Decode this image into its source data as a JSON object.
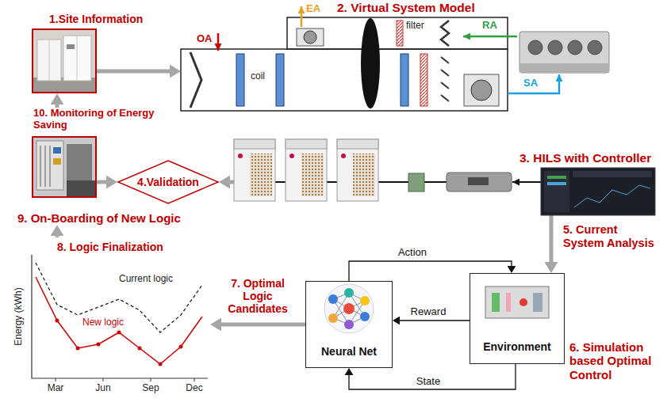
{
  "diagram": {
    "nodes": [
      {
        "text": [
          "1.Site Information"
        ]
      },
      {
        "text": [
          "2. Virtual System Model"
        ]
      },
      {
        "text": [
          "3. HILS with Controller"
        ]
      },
      {
        "text": [
          "4.Validation"
        ]
      },
      {
        "text": [
          "10. Monitoring of Energy Saving",
          "9. On-Boarding of New Logic"
        ]
      },
      {
        "text": [
          "8. Logic Finalization"
        ]
      },
      {
        "text": [
          "Neural Net"
        ]
      },
      {
        "text": [
          "Environment"
        ]
      }
    ],
    "edges": [
      {
        "from": 0,
        "to": 1,
        "arrow": "to"
      },
      {
        "from": 2,
        "to": 3,
        "arrow": "to"
      },
      {
        "from": 4,
        "to": 3,
        "arrow": "to"
      },
      {
        "from": 4,
        "to": 0,
        "arrow": "to"
      },
      {
        "from": 5,
        "to": 4,
        "arrow": "to"
      },
      {
        "from": 2,
        "to": 7,
        "label": "5. Current System Analysis",
        "arrow": "to"
      },
      {
        "from": 6,
        "to": 7,
        "label": "Action",
        "arrow": "to"
      },
      {
        "from": 7,
        "to": 6,
        "label": "Reward",
        "arrow": "to"
      },
      {
        "from": 7,
        "to": 6,
        "label": "State",
        "arrow": "to"
      },
      {
        "from": 6,
        "to": 5,
        "label": "7. Optimal Logic Candidates",
        "arrow": "to"
      }
    ],
    "labels": [
      "OA",
      "EA",
      "filter",
      "RA",
      "coil",
      "SA",
      "6. Simulation based Optimal Control",
      "Energy (kWh)",
      "Current logic",
      "New logic",
      "Mar",
      "Jun",
      "Sep",
      "Dec"
    ]
  }
}
